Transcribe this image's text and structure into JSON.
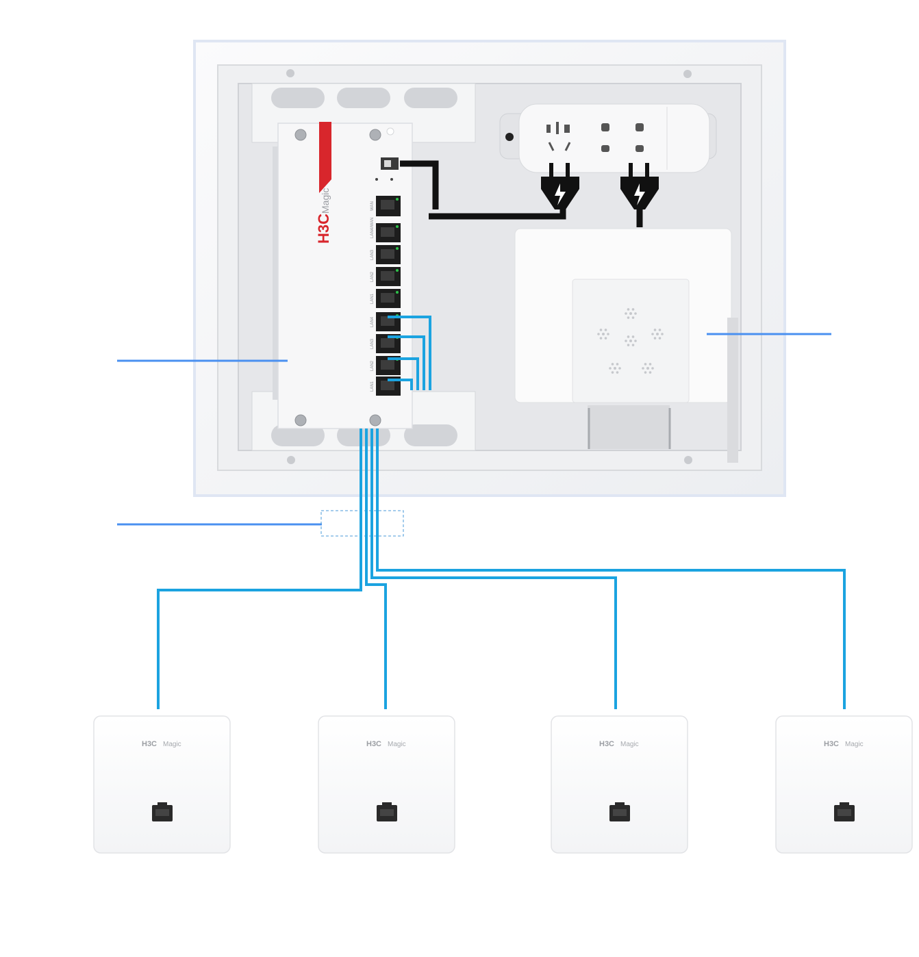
{
  "router": {
    "brand_prefix": "H3C",
    "brand_suffix": "Magic",
    "port_labels": [
      "WAN",
      "LAN4/WAN",
      "LAN3",
      "LAN2",
      "LAN1",
      "LAN4",
      "LAN3",
      "LAN2",
      "LAN1"
    ]
  },
  "access_points": [
    {
      "brand_prefix": "H3C",
      "brand_suffix": "Magic"
    },
    {
      "brand_prefix": "H3C",
      "brand_suffix": "Magic"
    },
    {
      "brand_prefix": "H3C",
      "brand_suffix": "Magic"
    },
    {
      "brand_prefix": "H3C",
      "brand_suffix": "Magic"
    }
  ],
  "colors": {
    "cable": "#1ba3e0",
    "callout": "#4a90f0",
    "brand_red": "#d8262c",
    "box_frame": "#f3f4f6",
    "box_inner": "#e8e9ec",
    "power_cable": "#111111"
  }
}
